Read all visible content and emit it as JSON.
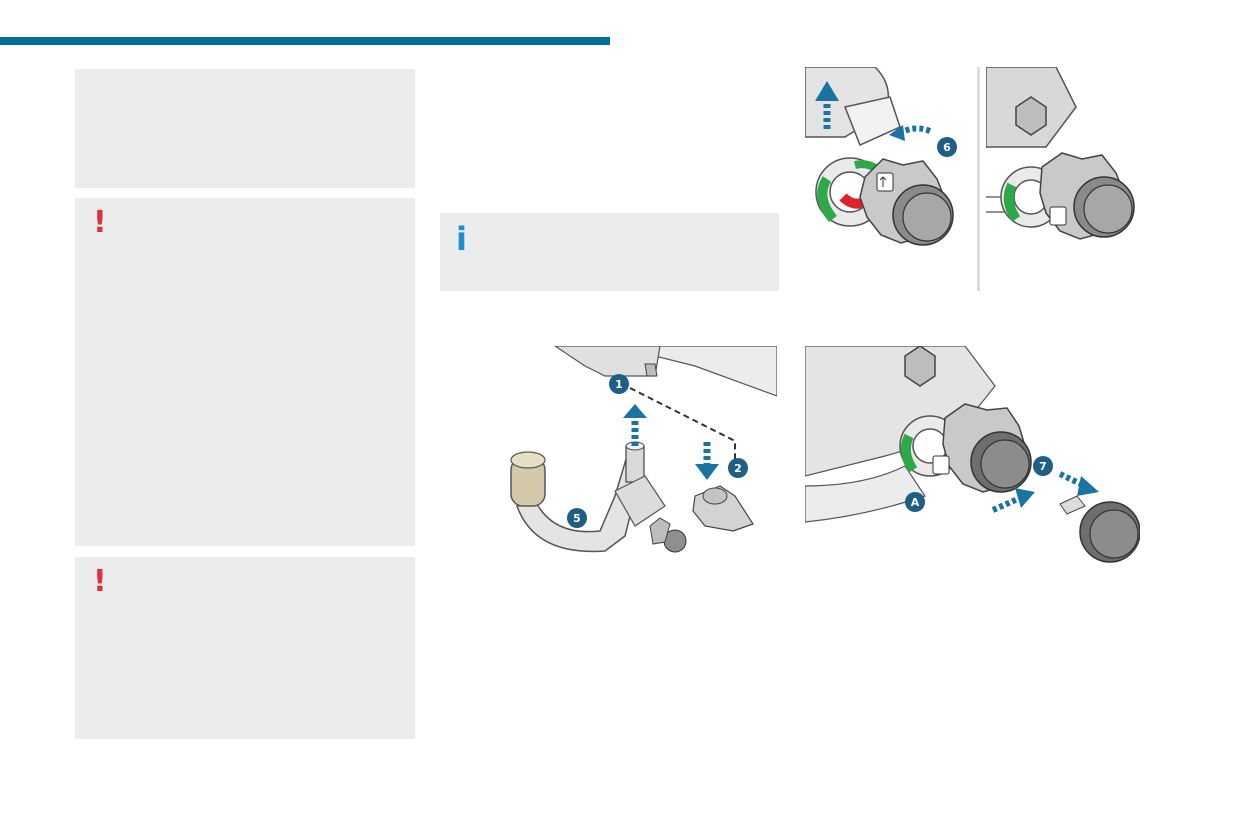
{
  "colors": {
    "top_bar": "#006f96",
    "panel_bg": "#ececec",
    "warning_glyph": "#e0313f",
    "info_glyph": "#1b8fd1",
    "arrow": "#1a73a0",
    "callout_circle": "#1f5f86",
    "green_marker": "#2fa84a",
    "red_marker": "#d9252a"
  },
  "icons": {
    "warning": "!",
    "info": "i"
  },
  "callouts": {
    "one": "1",
    "two": "2",
    "five": "5",
    "six": "6",
    "seven": "7",
    "a": "A"
  }
}
